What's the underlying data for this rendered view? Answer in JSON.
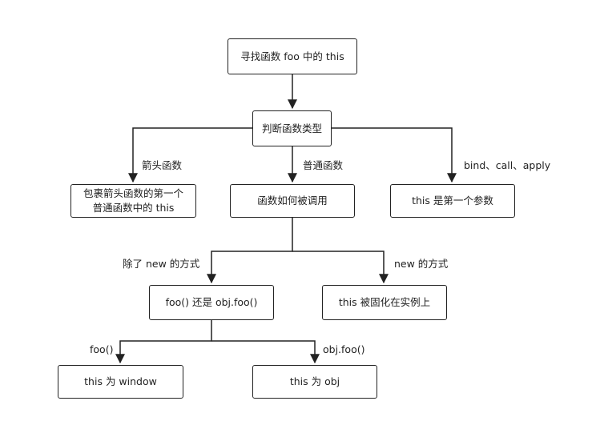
{
  "nodes": {
    "find_this": "寻找函数 foo 中的 this",
    "judge_type": "判断函数类型",
    "arrow_fn_line1": "包裹箭头函数的第一个",
    "arrow_fn_line2": "普通函数中的 this",
    "how_called": "函数如何被调用",
    "bind_result": "this 是第一个参数",
    "foo_or_obj": "foo() 还是 obj.foo()",
    "new_result": "this 被固化在实例上",
    "this_window": "this 为 window",
    "this_obj": "this 为 obj"
  },
  "edges": {
    "arrow": "箭头函数",
    "normal": "普通函数",
    "bind": "bind、call、apply",
    "not_new": "除了 new 的方式",
    "new": "new 的方式",
    "foo_call": "foo()",
    "obj_call": "obj.foo()"
  }
}
